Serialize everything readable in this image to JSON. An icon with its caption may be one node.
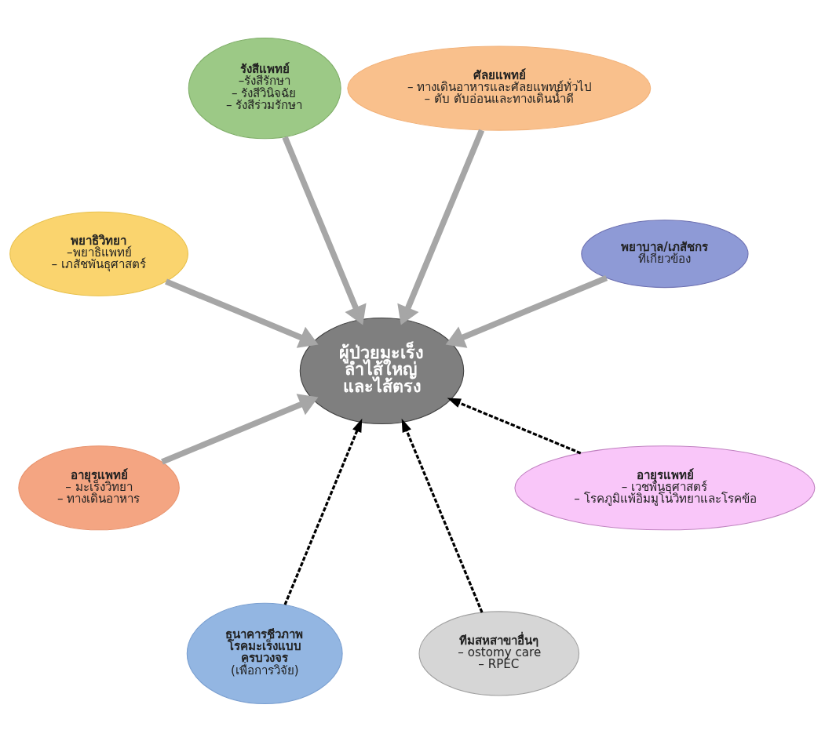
{
  "diagram": {
    "nodes": [
      {
        "text": [
          "ผู้ป่วยมะเร็งลำไส้ใหญ่และไส้ตรง"
        ]
      },
      {
        "text": [
          "พยาบาล/เภสัชกร",
          "ที่เกี่ยวข้อง"
        ]
      },
      {
        "text": [
          "ศัลยแพทย์",
          "– ทางเดินอาหารและศัลยแพทย์ทั่วไป",
          "– ตับ ตับอ่อนและทางเดินน้ำดี"
        ]
      },
      {
        "text": [
          "รังสีแพทย์",
          "–รังสีรักษา",
          "– รังสีวินิจฉัย",
          "– รังสีร่วมรักษา"
        ]
      },
      {
        "text": [
          "พยาธิวิทยา",
          "–พยาธิแพทย์",
          "– เภสัชพันธุศาสตร์"
        ]
      },
      {
        "text": [
          "อายุรแพทย์",
          "– มะเร็งวิทยา",
          "– ทางเดินอาหาร"
        ]
      },
      {
        "text": [
          "ธนาคารชีวภาพโรคมะเร็งแบบครบวงจร",
          "(เพื่อการวิจัย)"
        ]
      },
      {
        "text": [
          "ทีมสหสาขาอื่นๆ",
          "– ostomy care",
          "– RPEC"
        ]
      },
      {
        "text": [
          "อายุรแพทย์",
          "– เวชพันธุศาสตร์",
          "– โรคภูมิแพ้อิมมูโนวิทยาและโรคข้อ"
        ]
      }
    ],
    "edges": [
      {
        "from": 1,
        "to": 0,
        "arrow": "to"
      },
      {
        "from": 2,
        "to": 0,
        "arrow": "to"
      },
      {
        "from": 3,
        "to": 0,
        "arrow": "to"
      },
      {
        "from": 4,
        "to": 0,
        "arrow": "to"
      },
      {
        "from": 5,
        "to": 0,
        "arrow": "to"
      },
      {
        "from": 6,
        "to": 0,
        "arrow": "to",
        "style": "dashed",
        "color": "#000000"
      },
      {
        "from": 7,
        "to": 0,
        "arrow": "to",
        "style": "dashed",
        "color": "#000000"
      },
      {
        "from": 8,
        "to": 0,
        "arrow": "to",
        "style": "dashed",
        "color": "#000000"
      }
    ]
  }
}
